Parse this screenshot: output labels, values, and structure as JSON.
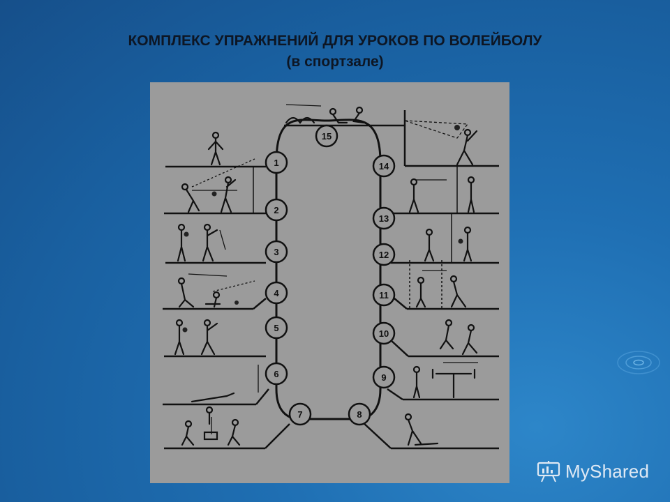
{
  "slide": {
    "title_line1": "КОМПЛЕКС УПРАЖНЕНИЙ ДЛЯ УРОКОВ ПО ВОЛЕЙБОЛУ",
    "title_line2": "(в спортзале)"
  },
  "diagram": {
    "stations": [
      "1",
      "2",
      "3",
      "4",
      "5",
      "6",
      "7",
      "8",
      "9",
      "10",
      "11",
      "12",
      "13",
      "14",
      "15"
    ],
    "colors": {
      "panel": "#9b9b9b",
      "ink": "#111111",
      "background": "#1f6fb3"
    }
  },
  "watermark": {
    "brand": "MyShared",
    "icon": "presentation-board-icon"
  }
}
